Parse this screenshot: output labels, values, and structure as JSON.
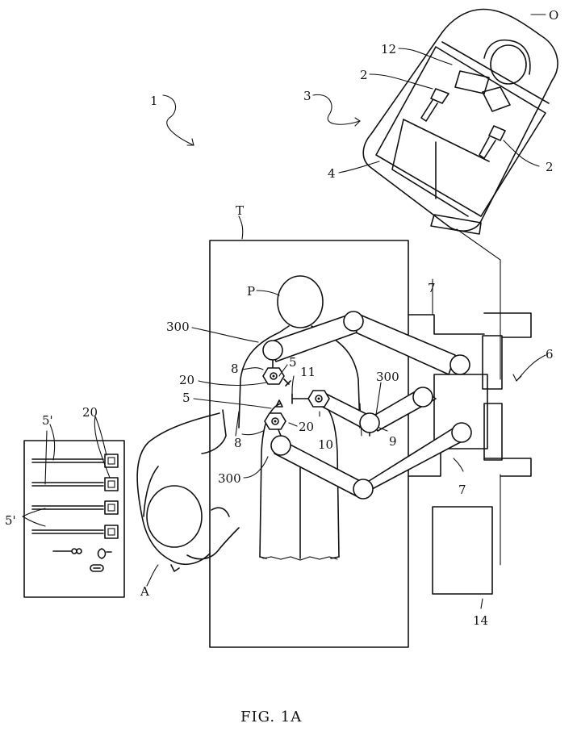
{
  "labels": {
    "system": "1",
    "station": "3",
    "operator": "O",
    "console": "4",
    "display": "12",
    "master": "2",
    "table": "T",
    "patient": "P",
    "cart": "6",
    "arm": "7",
    "instrument": "5",
    "adapter": "300",
    "sterile_adapter": "20",
    "endoscope": "8",
    "scope_arm": "9",
    "camera": "10",
    "light": "11",
    "tool_tray": "5'",
    "assistant": "A",
    "processor": "14"
  },
  "caption": "FIG. 1A"
}
